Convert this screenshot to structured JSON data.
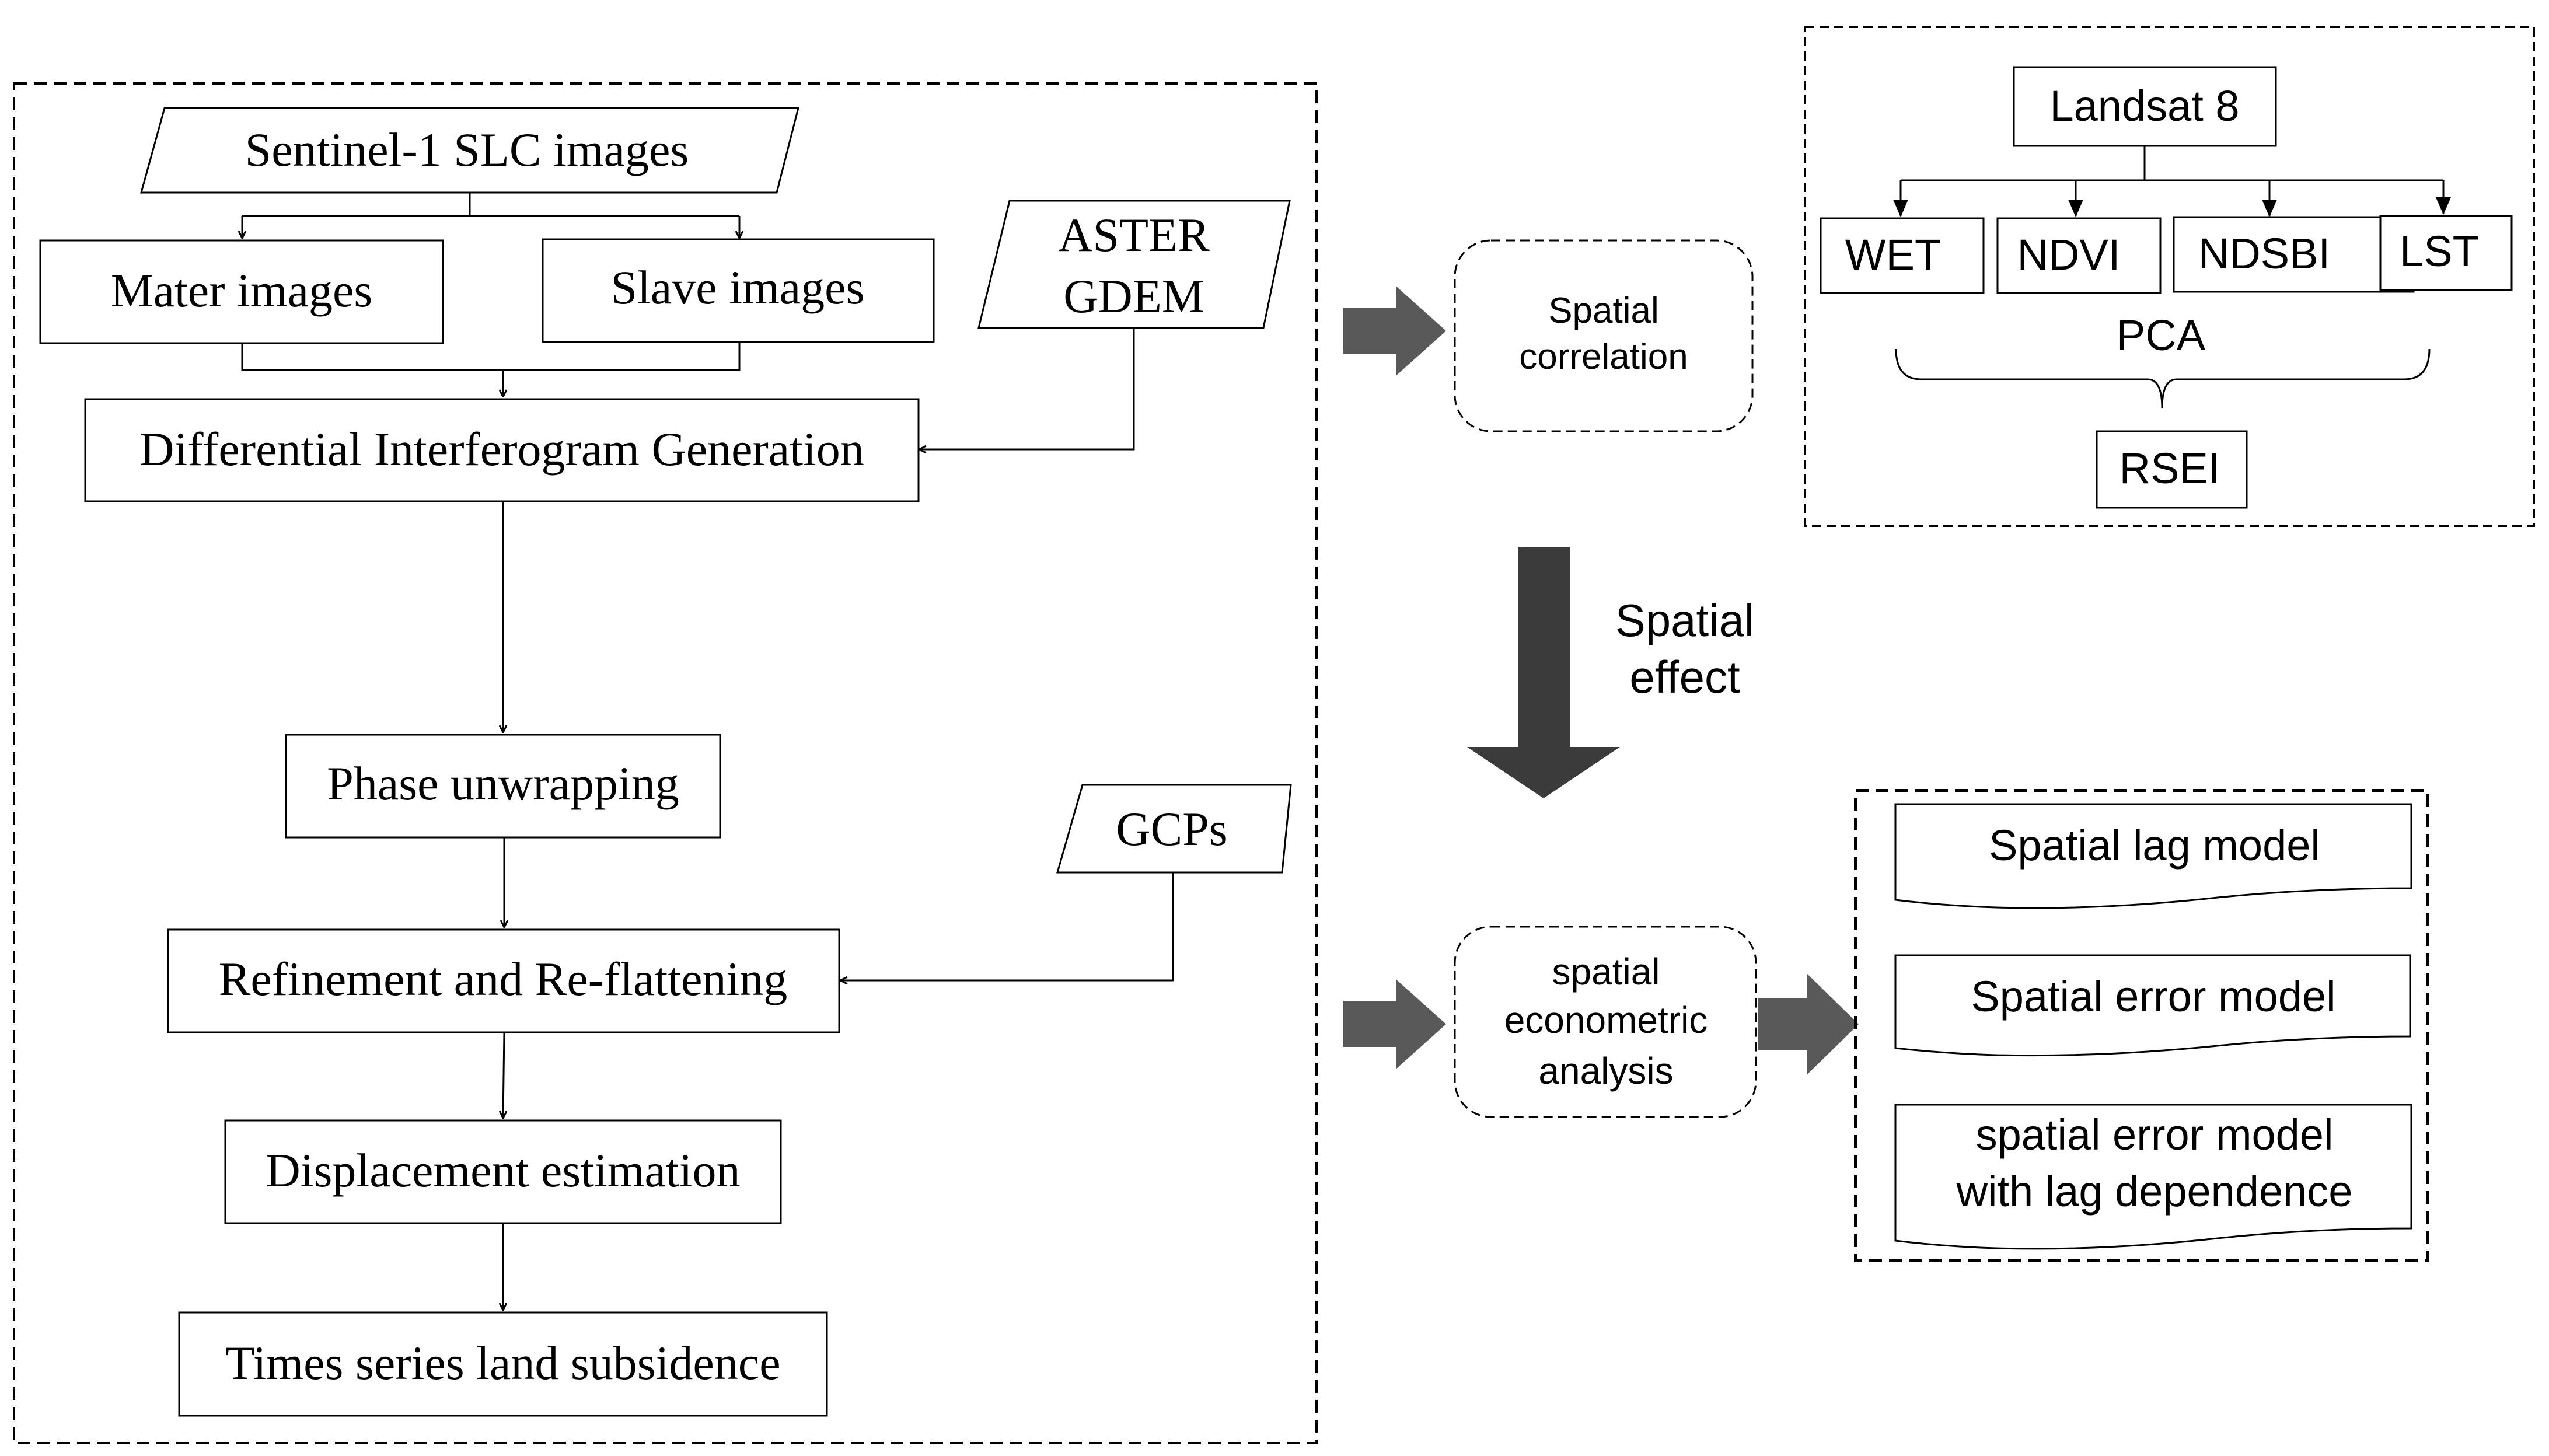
{
  "insar": {
    "sentinel": "Sentinel-1 SLC images",
    "master": "Mater images",
    "slave": "Slave images",
    "aster_line1": "ASTER",
    "aster_line2": "GDEM",
    "dig": "Differential Interferogram Generation",
    "phase": "Phase unwrapping",
    "gcps": "GCPs",
    "refine": "Refinement and Re-flattening",
    "displacement": "Displacement estimation",
    "timeseries": "Times series land subsidence"
  },
  "rsei": {
    "landsat": "Landsat 8",
    "wet": "WET",
    "ndvi": "NDVI",
    "ndsbi": "NDSBI",
    "lst": "LST",
    "pca": "PCA",
    "rsei": "RSEI"
  },
  "middle": {
    "correlation_line1": "Spatial",
    "correlation_line2": "correlation",
    "effect_line1": "Spatial",
    "effect_line2": "effect",
    "econ_line1": "spatial",
    "econ_line2": "econometric",
    "econ_line3": "analysis"
  },
  "models": {
    "lag": "Spatial lag model",
    "error": "Spatial error model",
    "sem_line1": "spatial error model",
    "sem_line2": "with lag dependence"
  },
  "colors": {
    "line": "#000000",
    "arrow_block": "#595959",
    "arrow_dark": "#3b3b3b"
  }
}
